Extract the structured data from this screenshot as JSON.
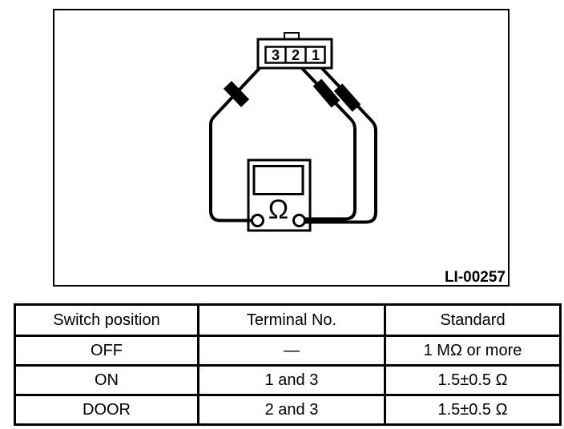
{
  "figure": {
    "label": "LI-00257",
    "connector": {
      "terminals": [
        "3",
        "2",
        "1"
      ]
    },
    "meter": {
      "symbol": "Ω"
    }
  },
  "table": {
    "headers": [
      "Switch position",
      "Terminal No.",
      "Standard"
    ],
    "rows": [
      [
        "OFF",
        "—",
        "1 MΩ or more"
      ],
      [
        "ON",
        "1 and 3",
        "1.5±0.5 Ω"
      ],
      [
        "DOOR",
        "2 and 3",
        "1.5±0.5 Ω"
      ]
    ]
  },
  "colors": {
    "ink": "#000000",
    "paper": "#ffffff"
  }
}
